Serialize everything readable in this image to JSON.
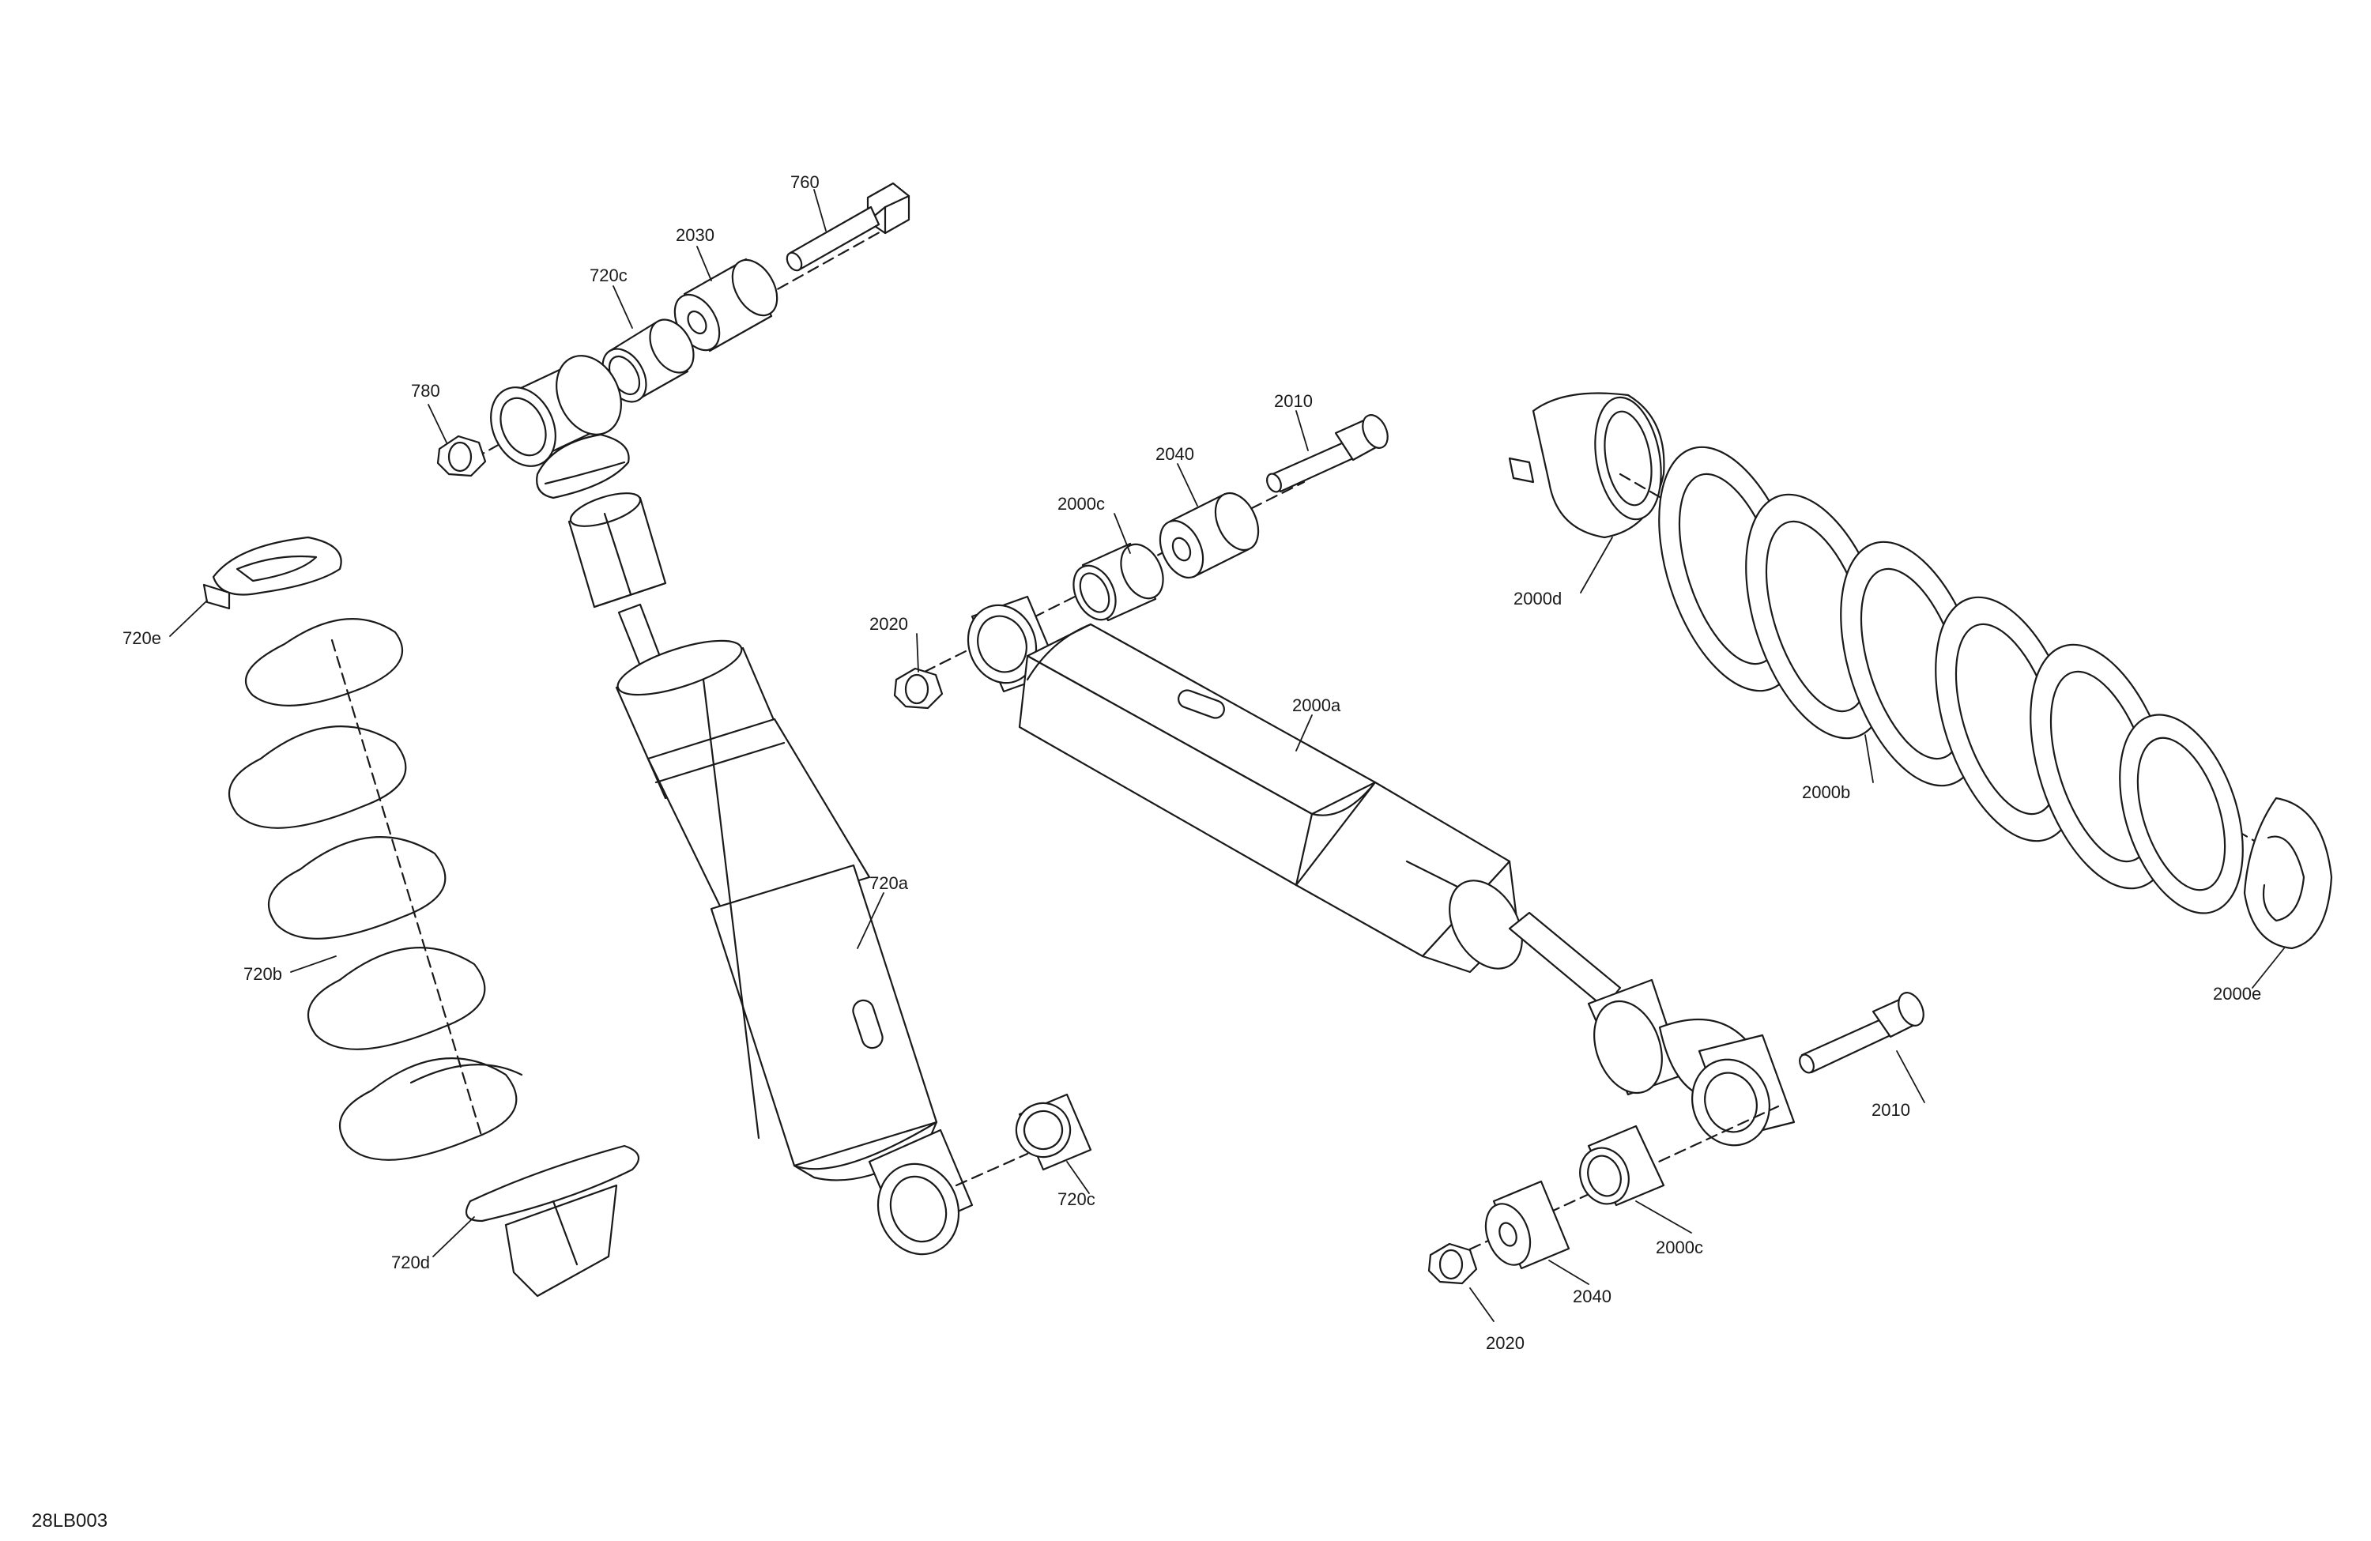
{
  "diagram": {
    "figure_code": "28LB003",
    "labels": {
      "l760": "760",
      "l2030": "2030",
      "l720c_top": "720c",
      "l780": "780",
      "l720e": "720e",
      "l720b": "720b",
      "l720a": "720a",
      "l720c_bottom": "720c",
      "l720d": "720d",
      "l2010_top": "2010",
      "l2040_top": "2040",
      "l2000c_top": "2000c",
      "l2020_left": "2020",
      "l2000a": "2000a",
      "l2000d": "2000d",
      "l2000b": "2000b",
      "l2000e": "2000e",
      "l2010_bottom": "2010",
      "l2000c_bottom": "2000c",
      "l2040_bottom": "2040",
      "l2020_bottom": "2020"
    },
    "colors": {
      "line": "#1a1a1a",
      "background": "#ffffff"
    }
  }
}
